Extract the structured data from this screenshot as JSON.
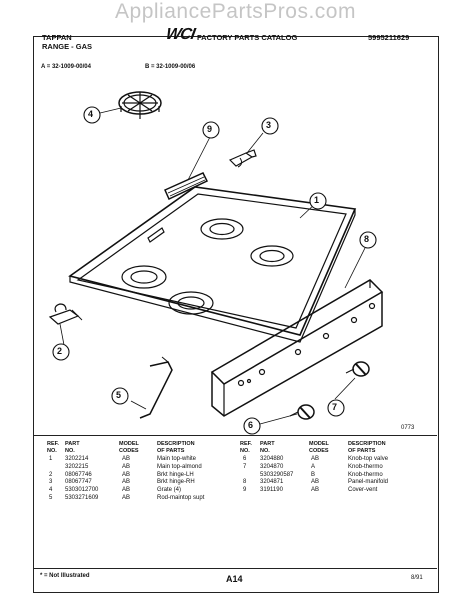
{
  "watermark": "AppliancePartsPros.com",
  "header": {
    "brand_line1": "TAPPAN",
    "brand_line2": "RANGE - GAS",
    "logo_text": "WCI",
    "catalog_title": "FACTORY PARTS CATALOG",
    "catalog_number": "5995211629",
    "model_a": "A = 32-1009-00/04",
    "model_b": "B = 32-1009-00/06"
  },
  "callouts": [
    "1",
    "2",
    "3",
    "4",
    "5",
    "6",
    "7",
    "8",
    "9"
  ],
  "diagram_code": "0773",
  "table": {
    "headers": {
      "ref_no": [
        "REF.",
        "NO."
      ],
      "part_no": [
        "PART",
        "NO."
      ],
      "model_codes": [
        "MODEL",
        "CODES"
      ],
      "description": [
        "DESCRIPTION",
        "OF PARTS"
      ]
    },
    "left_rows": [
      {
        "ref": "1",
        "part": "3202214",
        "model": "AB",
        "desc": "Main top-white"
      },
      {
        "ref": "",
        "part": "3202215",
        "model": "AB",
        "desc": "Main top-almond"
      },
      {
        "ref": "2",
        "part": "08067746",
        "model": "AB",
        "desc": "Brkt hinge-LH"
      },
      {
        "ref": "3",
        "part": "08067747",
        "model": "AB",
        "desc": "Brkt hinge-RH"
      },
      {
        "ref": "4",
        "part": "5303012700",
        "model": "AB",
        "desc": "Grate (4)"
      },
      {
        "ref": "5",
        "part": "5303271609",
        "model": "AB",
        "desc": "Rod-maintop supt"
      }
    ],
    "right_rows": [
      {
        "ref": "6",
        "part": "3204880",
        "model": "AB",
        "desc": "Knob-top valve"
      },
      {
        "ref": "7",
        "part": "3204870",
        "model": "A",
        "desc": "Knob-thermo"
      },
      {
        "ref": "",
        "part": "5303290587",
        "model": "B",
        "desc": "Knob-thermo"
      },
      {
        "ref": "8",
        "part": "3204871",
        "model": "AB",
        "desc": "Panel-manifold"
      },
      {
        "ref": "9",
        "part": "3191190",
        "model": "AB",
        "desc": "Cover-vent"
      }
    ]
  },
  "footer": {
    "note": "* = Not Illustrated",
    "page": "A14",
    "date": "8/91"
  }
}
